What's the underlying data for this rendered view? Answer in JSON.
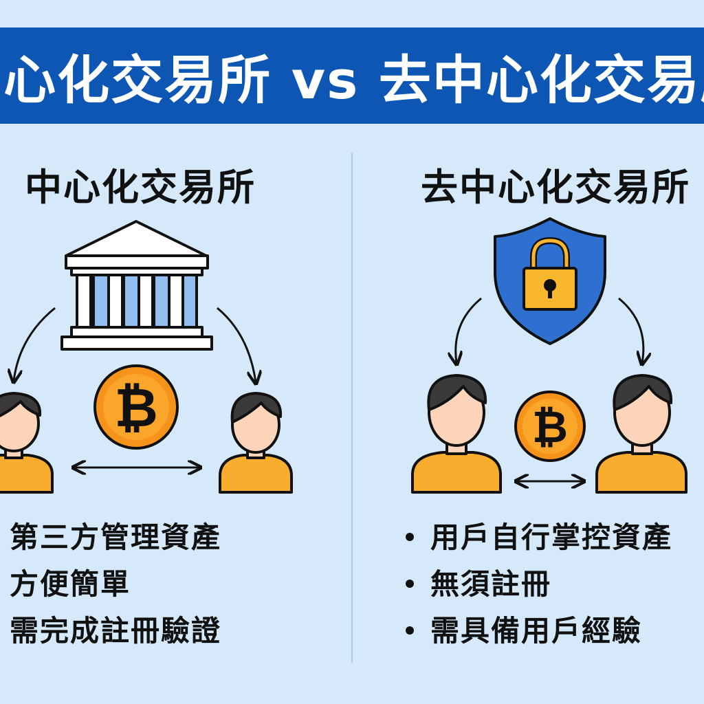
{
  "banner": {
    "title": "中心化交易所 vs 去中心化交易所"
  },
  "left": {
    "title": "中心化交易所",
    "bullets": [
      "第三方管理資產",
      "方便簡單",
      "需完成註冊驗證"
    ]
  },
  "right": {
    "title": "去中心化交易所",
    "bullets": [
      "用戶自行掌控資產",
      "無須註冊",
      "需具備用戶經驗"
    ]
  },
  "icons": {
    "left": [
      "bank-icon",
      "bitcoin-icon",
      "person-icon",
      "person-icon",
      "double-arrow-icon"
    ],
    "right": [
      "shield-lock-icon",
      "bitcoin-icon",
      "person-icon",
      "person-icon",
      "double-arrow-icon"
    ]
  },
  "colors": {
    "banner": "#0d56b4",
    "background": "#d6e9fb",
    "coin": "#f7931a",
    "shirt": "#f9ad2f",
    "shield": "#2f6fd0",
    "lock": "#f8b72c"
  }
}
